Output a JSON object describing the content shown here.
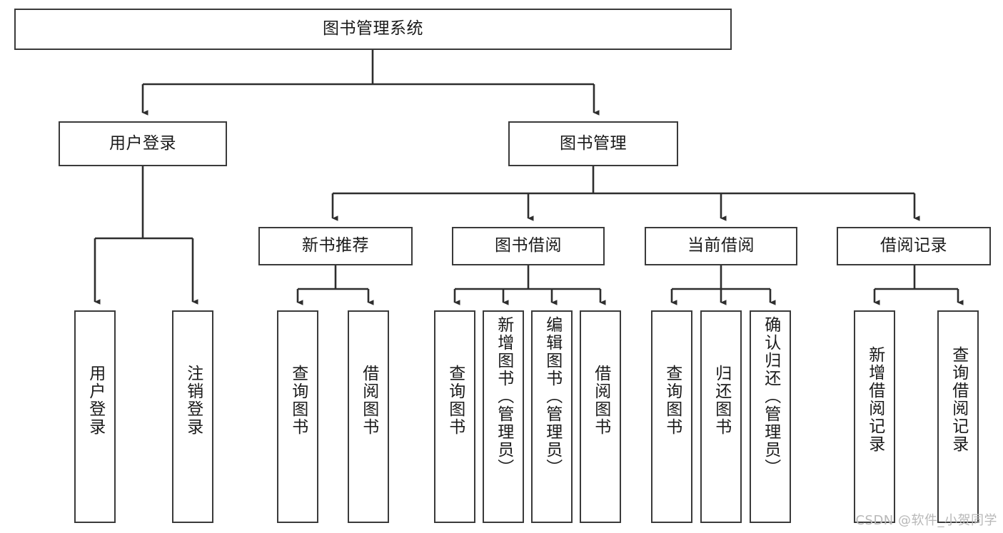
{
  "diagram": {
    "title": "图书管理系统",
    "type": "tree",
    "root": {
      "label": "图书管理系统"
    },
    "level1": [
      {
        "label": "用户登录"
      },
      {
        "label": "图书管理"
      }
    ],
    "level2": [
      {
        "label": "新书推荐"
      },
      {
        "label": "图书借阅"
      },
      {
        "label": "当前借阅"
      },
      {
        "label": "借阅记录"
      }
    ],
    "leaves": {
      "user_login": [
        {
          "label": "用户登录"
        },
        {
          "label": "注销登录"
        }
      ],
      "new_book_recommend": [
        {
          "label": "查询图书"
        },
        {
          "label": "借阅图书"
        }
      ],
      "book_borrow": [
        {
          "label": "查询图书"
        },
        {
          "label": "新增图书（管理员）"
        },
        {
          "label": "编辑图书（管理员）"
        },
        {
          "label": "借阅图书"
        }
      ],
      "current_borrow": [
        {
          "label": "查询图书"
        },
        {
          "label": "归还图书"
        },
        {
          "label": "确认归还（管理员）"
        }
      ],
      "borrow_record": [
        {
          "label": "新增借阅记录"
        },
        {
          "label": "查询借阅记录"
        }
      ]
    }
  },
  "watermark": {
    "text": "CSDN @软件_小贺同学"
  },
  "colors": {
    "stroke": "#3a3a3a",
    "background": "#ffffff",
    "text": "#1a1a1a",
    "watermark": "#b8b8b8"
  }
}
